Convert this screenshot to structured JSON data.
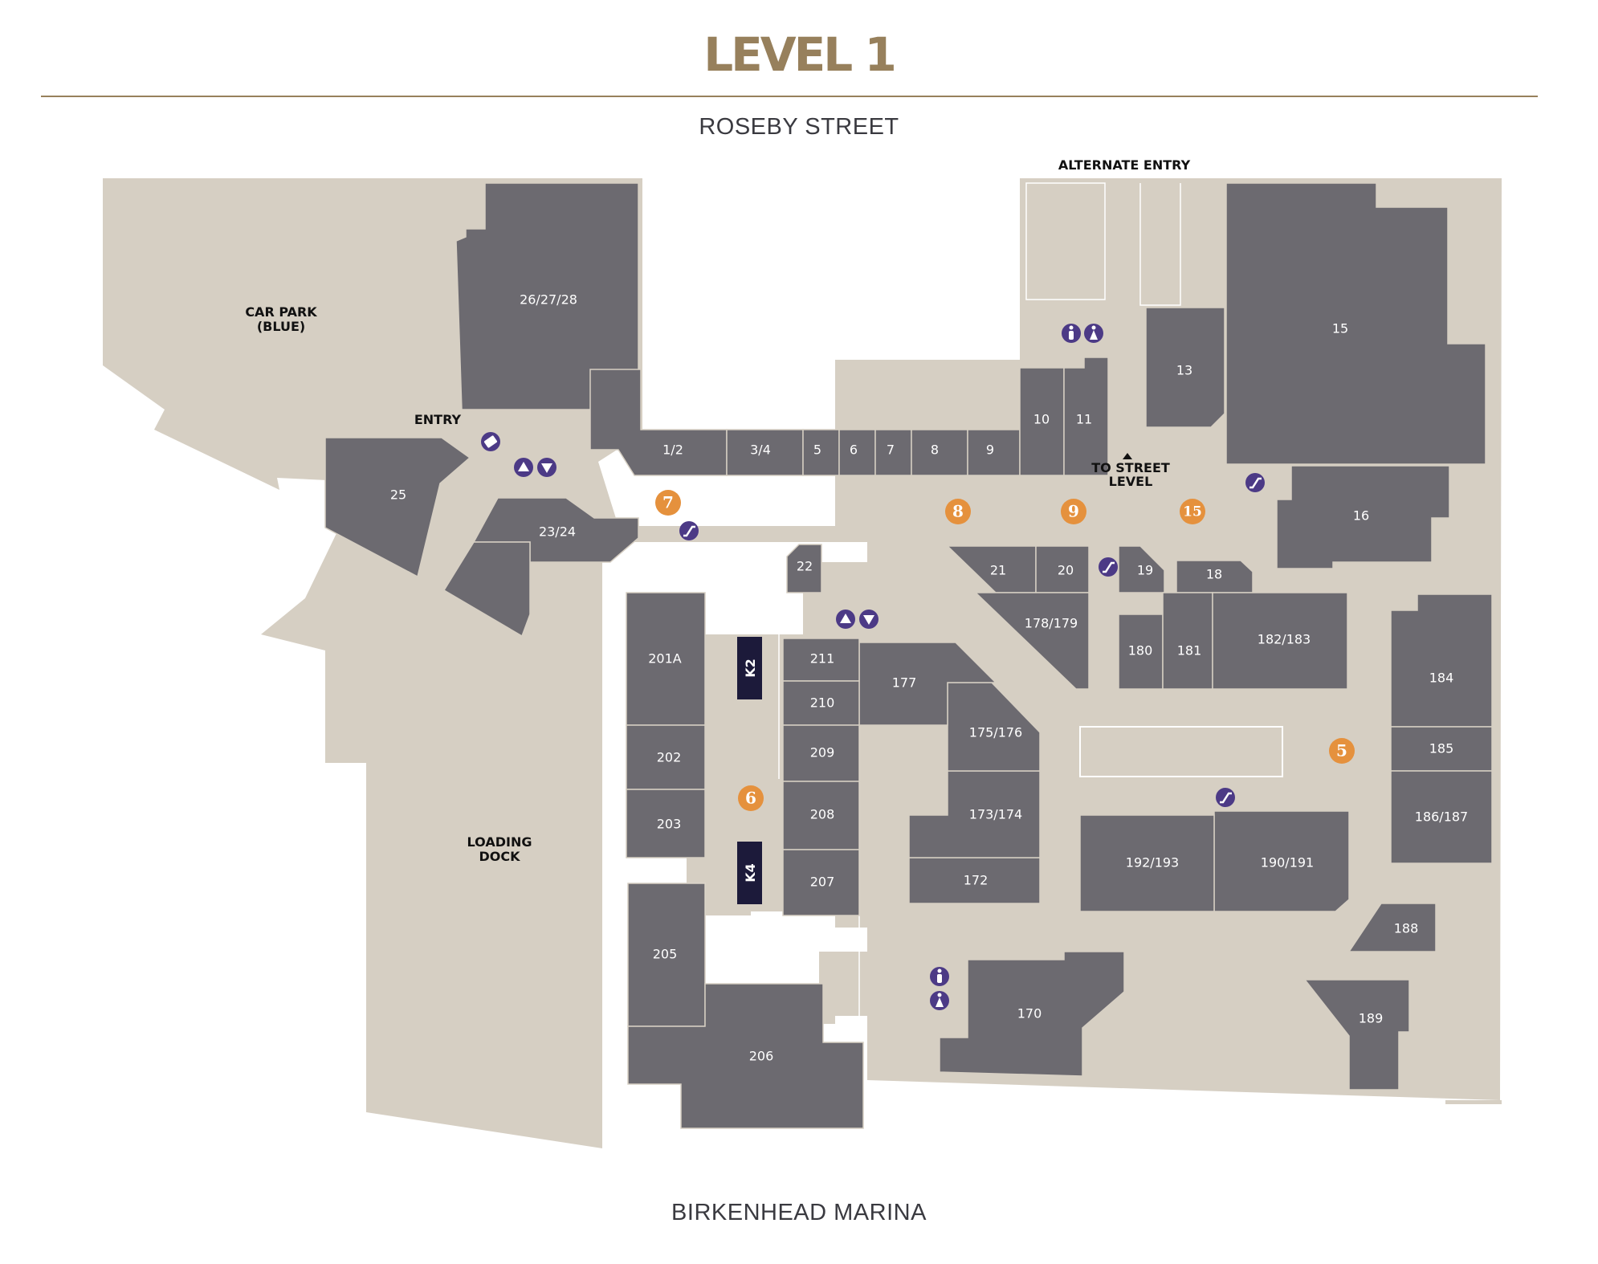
{
  "header": {
    "title": "LEVEL 1"
  },
  "streets": {
    "north": "ROSEBY STREET",
    "south": "BIRKENHEAD MARINA"
  },
  "areas": {
    "car_park_line1": "CAR PARK",
    "car_park_line2": "(BLUE)",
    "entry": "ENTRY",
    "alternate_entry": "ALTERNATE ENTRY",
    "to_street_line1": "TO STREET",
    "to_street_line2": "LEVEL",
    "loading_dock_line1": "LOADING",
    "loading_dock_line2": "DOCK"
  },
  "units": {
    "u26": "26/27/28",
    "u25": "25",
    "u23": "23/24",
    "u12": "1/2",
    "u34": "3/4",
    "u5": "5",
    "u6": "6",
    "u7": "7",
    "u8": "8",
    "u9": "9",
    "u10": "10",
    "u11": "11",
    "u13": "13",
    "u15": "15",
    "u16": "16",
    "u18": "18",
    "u19": "19",
    "u20": "20",
    "u21": "21",
    "u22": "22",
    "u178": "178/179",
    "u180": "180",
    "u181": "181",
    "u182": "182/183",
    "u184": "184",
    "u185": "185",
    "u186": "186/187",
    "u188": "188",
    "u189": "189",
    "u190": "190/191",
    "u192": "192/193",
    "u170": "170",
    "u172": "172",
    "u173": "173/174",
    "u175": "175/176",
    "u177": "177",
    "u201": "201A",
    "u202": "202",
    "u203": "203",
    "u205": "205",
    "u206": "206",
    "u207": "207",
    "u208": "208",
    "u209": "209",
    "u210": "210",
    "u211": "211"
  },
  "kiosks": {
    "k2": "K2",
    "k4": "K4"
  },
  "markers": {
    "m7": "7",
    "m8": "8",
    "m9": "9",
    "m15": "15",
    "m5": "5",
    "m6": "6"
  },
  "icons": [
    "restroom-icon",
    "escalator-icon",
    "lift-icon",
    "atm-icon"
  ]
}
